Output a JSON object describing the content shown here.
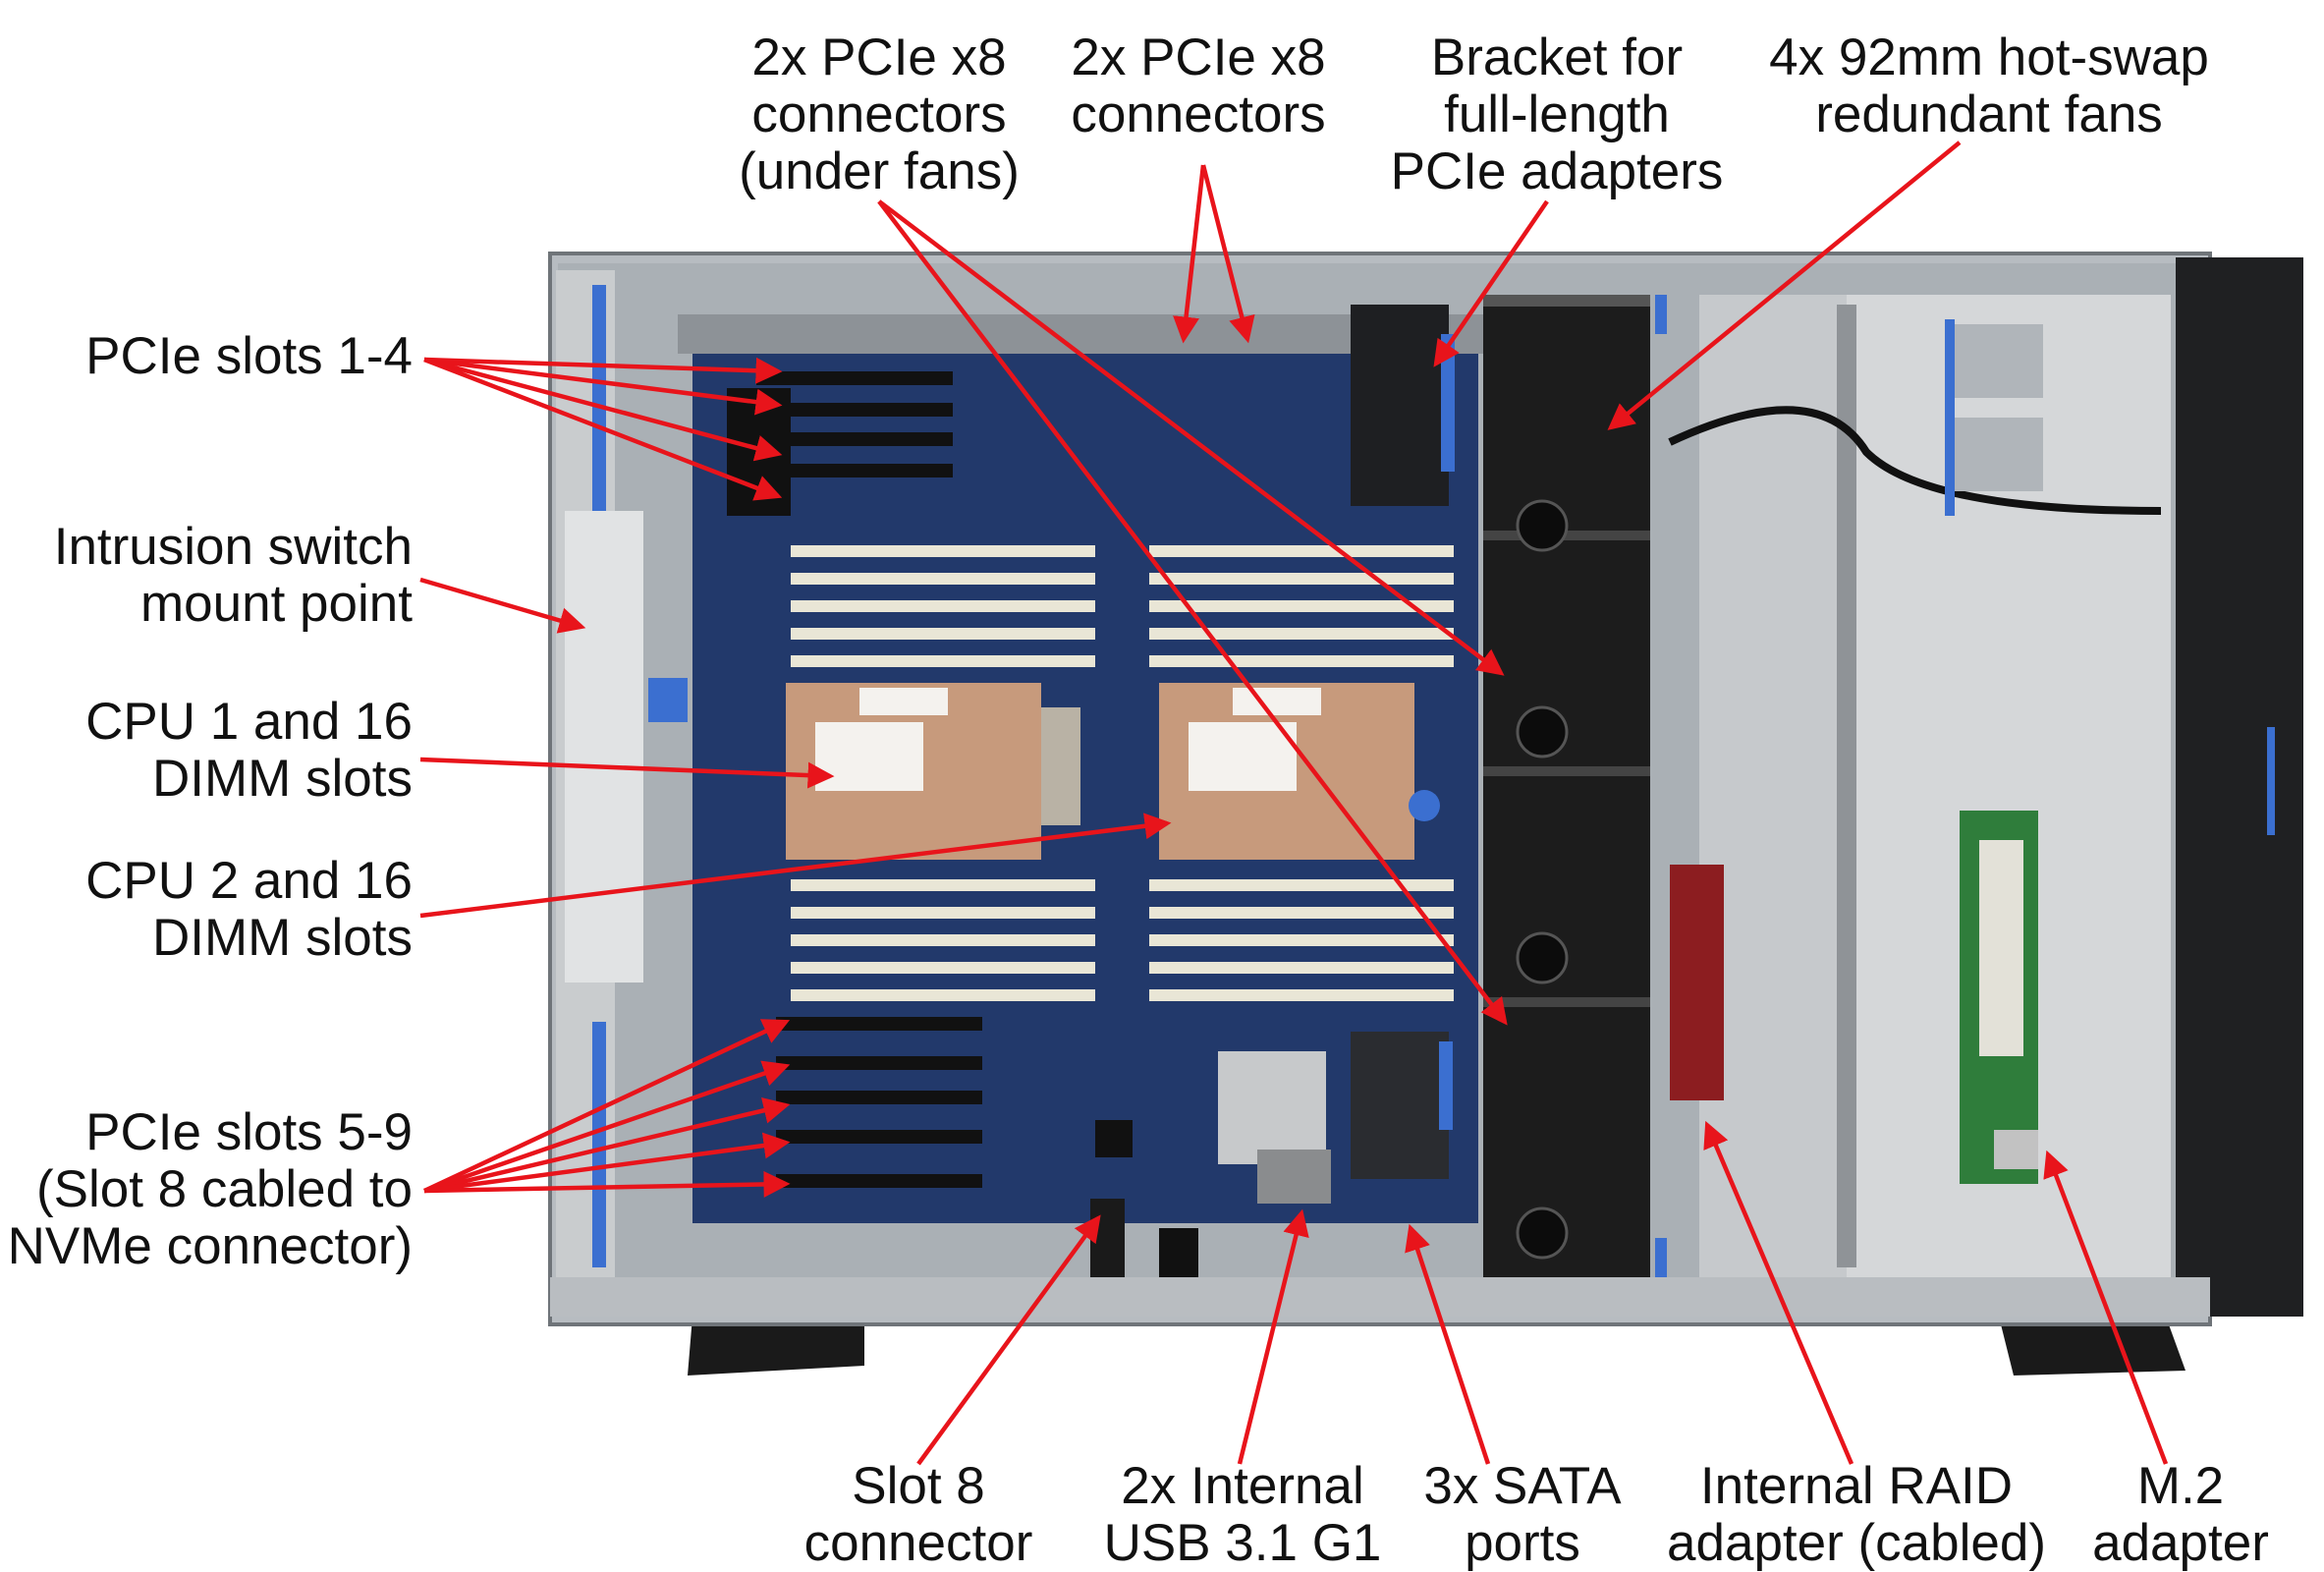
{
  "colors": {
    "arrow": "#e8141b",
    "chassis": "#9da3a8",
    "board": "#22396b",
    "fan": "#1c1c1c",
    "accent_blue": "#3b6fd0"
  },
  "labels": {
    "pcie_x8_under_fans": [
      "2x PCIe x8",
      "connectors",
      "(under fans)"
    ],
    "pcie_x8": [
      "2x PCIe x8",
      "connectors"
    ],
    "bracket": [
      "Bracket for",
      "full-length",
      "PCIe adapters"
    ],
    "fans": [
      "4x 92mm hot-swap",
      "redundant fans"
    ],
    "pcie_1_4": [
      "PCIe slots 1-4"
    ],
    "intrusion": [
      "Intrusion switch",
      "mount point"
    ],
    "cpu1": [
      "CPU 1 and 16",
      "DIMM slots"
    ],
    "cpu2": [
      "CPU 2 and 16",
      "DIMM slots"
    ],
    "pcie_5_9": [
      "PCIe slots 5-9",
      "(Slot 8 cabled to",
      "NVMe connector)"
    ],
    "slot8": [
      "Slot 8",
      "connector"
    ],
    "usb": [
      "2x Internal",
      "USB 3.1 G1"
    ],
    "sata": [
      "3x SATA",
      "ports"
    ],
    "raid": [
      "Internal RAID",
      "adapter (cabled)"
    ],
    "m2": [
      "M.2",
      "adapter"
    ]
  }
}
